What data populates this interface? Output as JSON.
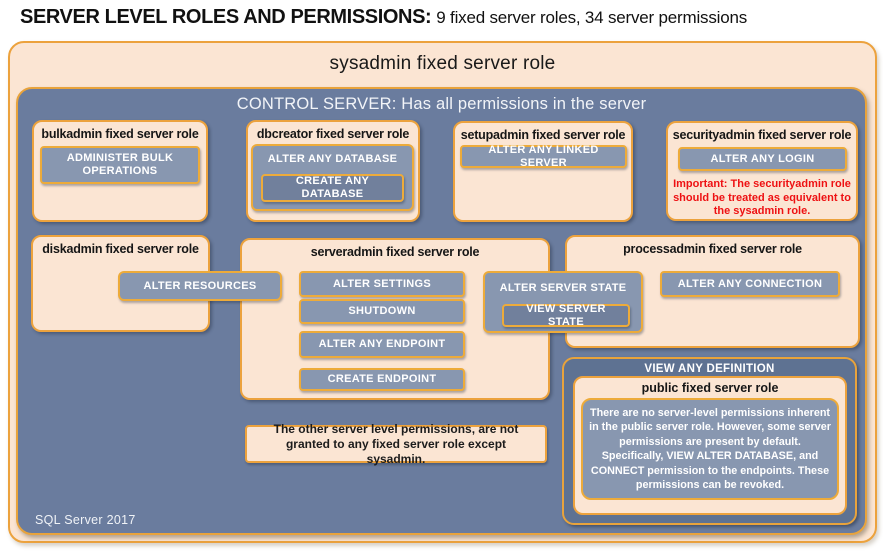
{
  "header": {
    "title_main": "SERVER LEVEL ROLES AND PERMISSIONS:",
    "title_sub": "9 fixed server roles, 34 server permissions"
  },
  "colors": {
    "peach_fill": "#fbe5d3",
    "gold_border": "#eca23d",
    "blue_background": "#6a7c9e",
    "dark_blue_fill": "#5e7292",
    "permission_fill": "#8897b0",
    "permission_fill_dark": "#71809c",
    "important_red": "#ee1113"
  },
  "sysadmin_box": {
    "title": "sysadmin fixed server role"
  },
  "control_box": {
    "title": "CONTROL SERVER: Has all permissions in the server"
  },
  "roles": {
    "bulkadmin": {
      "title": "bulkadmin fixed server role",
      "perm": "ADMINISTER BULK OPERATIONS"
    },
    "dbcreator": {
      "title": "dbcreator fixed server role",
      "perm_outer": "ALTER ANY DATABASE",
      "perm_inner": "CREATE ANY DATABASE"
    },
    "setupadmin": {
      "title": "setupadmin fixed server role",
      "perm": "ALTER ANY LINKED SERVER"
    },
    "securityadmin": {
      "title": "securityadmin fixed server role",
      "perm": "ALTER ANY LOGIN",
      "note": "Important: The securityadmin role should be treated as equivalent to the sysadmin role."
    },
    "diskadmin": {
      "title": "diskadmin fixed server role",
      "perm": "ALTER RESOURCES"
    },
    "serveradmin": {
      "title": "serveradmin fixed server role",
      "perms": [
        "ALTER SETTINGS",
        "SHUTDOWN",
        "ALTER ANY ENDPOINT",
        "CREATE ENDPOINT"
      ],
      "perm_outer": "ALTER SERVER STATE",
      "perm_inner": "VIEW SERVER STATE"
    },
    "processadmin": {
      "title": "processadmin fixed server role",
      "perm": "ALTER ANY CONNECTION"
    },
    "public": {
      "container_perm": "VIEW ANY DEFINITION",
      "title": "public fixed server role",
      "note": "There are no server-level permissions inherent in the public server role. However, some server permissions are present by default. Specifically, VIEW ALTER DATABASE, and CONNECT permission to the endpoints. These permissions can be revoked."
    }
  },
  "footnote": "The other server level permissions, are not granted to any fixed server role except sysadmin.",
  "footer": "SQL Server 2017"
}
